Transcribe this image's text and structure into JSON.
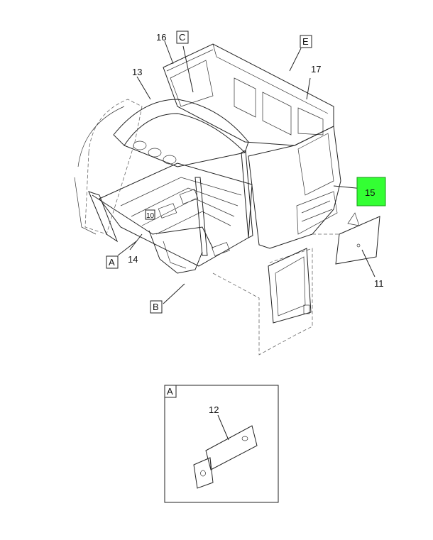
{
  "callouts": {
    "c16": "16",
    "c13": "13",
    "c17": "17",
    "c15": "15",
    "c14": "14",
    "c11": "11",
    "c12": "12",
    "c10": "10"
  },
  "views": {
    "A": "A",
    "B": "B",
    "C": "C",
    "E": "E",
    "detailA": "A"
  },
  "colors": {
    "highlight": "#33ff33",
    "line": "#222222"
  }
}
